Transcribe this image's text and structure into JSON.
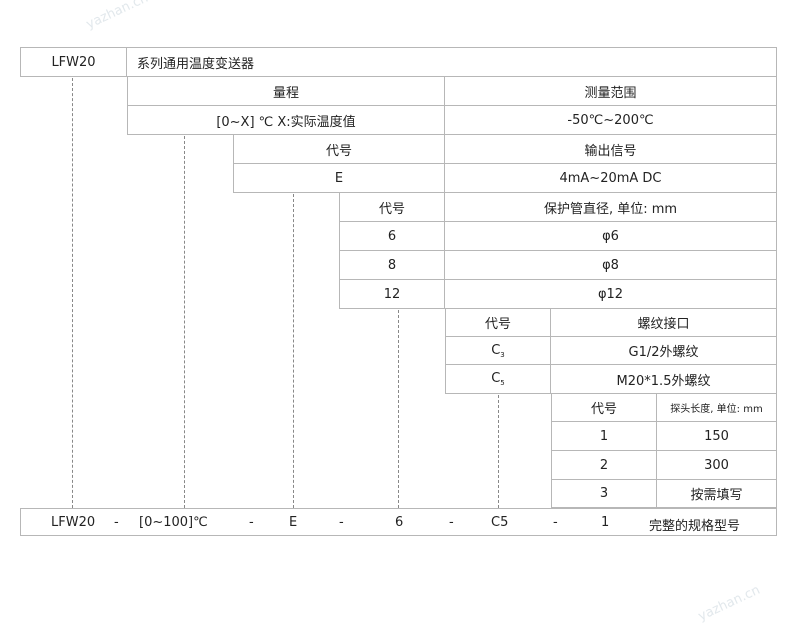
{
  "header": {
    "model": "LFW20",
    "description": "系列通用温度变送器"
  },
  "range": {
    "label": "量程",
    "meas_label": "测量范围",
    "value": "[0~X] ℃  X:实际温度值",
    "meas_value": "-50℃~200℃"
  },
  "output": {
    "code_label": "代号",
    "signal_label": "输出信号",
    "code": "E",
    "signal": "4mA~20mA DC"
  },
  "tube": {
    "code_label": "代号",
    "dia_label": "保护管直径, 单位: mm",
    "rows": [
      {
        "code": "6",
        "dia": "φ6"
      },
      {
        "code": "8",
        "dia": "φ8"
      },
      {
        "code": "12",
        "dia": "φ12"
      }
    ]
  },
  "thread": {
    "code_label": "代号",
    "type_label": "螺纹接口",
    "rows": [
      {
        "code": "C",
        "sub": "3",
        "type": "G1/2外螺纹"
      },
      {
        "code": "C",
        "sub": "5",
        "type": "M20*1.5外螺纹"
      }
    ]
  },
  "probe": {
    "code_label": "代号",
    "len_label": "探头长度, 单位: mm",
    "rows": [
      {
        "code": "1",
        "len": "150"
      },
      {
        "code": "2",
        "len": "300"
      },
      {
        "code": "3",
        "len": "按需填写"
      }
    ]
  },
  "example": {
    "model": "LFW20",
    "dash": "-",
    "range": "[0~100]℃",
    "output": "E",
    "tube": "6",
    "thread": "C5",
    "probe": "1",
    "caption": "完整的规格型号"
  },
  "watermark": "yazhan.cn"
}
